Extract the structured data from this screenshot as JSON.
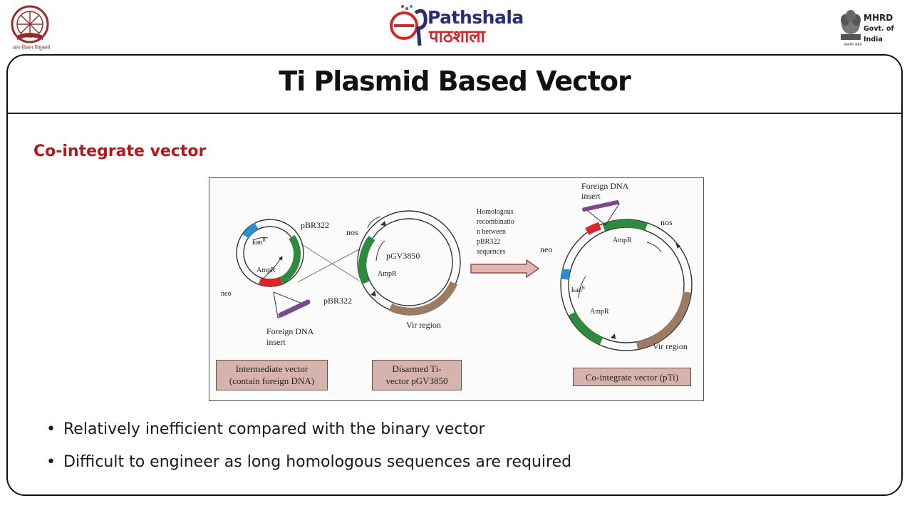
{
  "header": {
    "ugc_caption": "ज्ञान-विज्ञान विमुक्तये",
    "epg_logo_en": "Pathshala",
    "epg_logo_hi": "पाठशाला",
    "mhrd_name": "MHRD",
    "mhrd_sub": "Govt. of India",
    "emblem_caption": "सत्यमेव जयते"
  },
  "slide": {
    "title": "Ti Plasmid Based Vector",
    "subheading": "Co-integrate vector",
    "bullets": [
      "Relatively inefficient compared with the binary vector",
      "Difficult to engineer as long homologous sequences are required"
    ]
  },
  "figure": {
    "left_plasmid": {
      "pbr322": "pBR322",
      "kanr": "kan",
      "kanr_sup": "R",
      "ampr": "AmpR",
      "neo": "neo",
      "foreign_dna_line1": "Foreign DNA",
      "foreign_dna_line2": "insert"
    },
    "middle_plasmid": {
      "nos": "nos",
      "name": "pGV3850",
      "ampr": "AmpR",
      "pbr322": "pBR322",
      "vir": "Vir region"
    },
    "arrow_text": [
      "Homologous",
      "recombinatio",
      "n between",
      "pBR322",
      "sequences"
    ],
    "right_plasmid": {
      "foreign_dna_line1": "Foreign DNA",
      "foreign_dna_line2": "insert",
      "nos": "nos",
      "ampr_top": "AmpR",
      "neo": "neo",
      "kanr": "kan",
      "kanr_sup": "R",
      "ampr": "AmpR",
      "vir": "Vir region"
    },
    "captions": {
      "intermediate_line1": "Intermediate vector",
      "intermediate_line2": "(contain foreign DNA)",
      "disarmed_line1": "Disarmed Ti-",
      "disarmed_line2": "vector pGV3850",
      "cointegrate": "Co-integrate vector (pTi)"
    }
  },
  "colors": {
    "subheading": "#b1191c",
    "green_segment": "#2e8b3e",
    "red_segment": "#d9262b",
    "blue_segment": "#2a8fcf",
    "purple_insert": "#7b4a8c",
    "vir_brown": "#9b7b62",
    "caption_fill": "#d7b3ad",
    "arrow_fill": "#e2b6b2"
  }
}
